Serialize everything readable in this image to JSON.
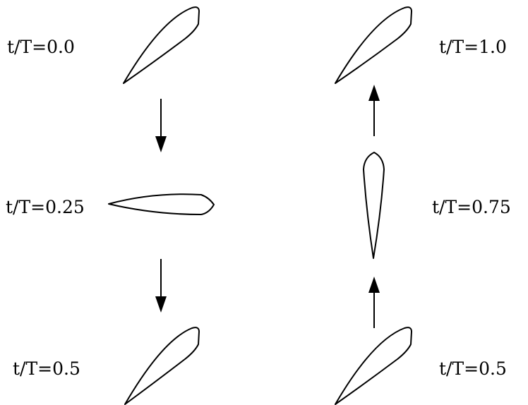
{
  "labels": {
    "start": "t/T=0.0",
    "quarter": "t/T=0.25",
    "half_left": "t/T=0.5",
    "end": "t/T=1.0",
    "three_quarter": "t/T=0.75",
    "half_right": "t/T=0.5"
  },
  "arrows": [
    {
      "from": "start",
      "to": "quarter",
      "direction": "down"
    },
    {
      "from": "quarter",
      "to": "half_left",
      "direction": "down"
    },
    {
      "from": "half_right",
      "to": "three_quarter",
      "direction": "up"
    },
    {
      "from": "three_quarter",
      "to": "end",
      "direction": "up"
    }
  ],
  "colors": {
    "stroke": "#000000",
    "background": "#ffffff"
  }
}
